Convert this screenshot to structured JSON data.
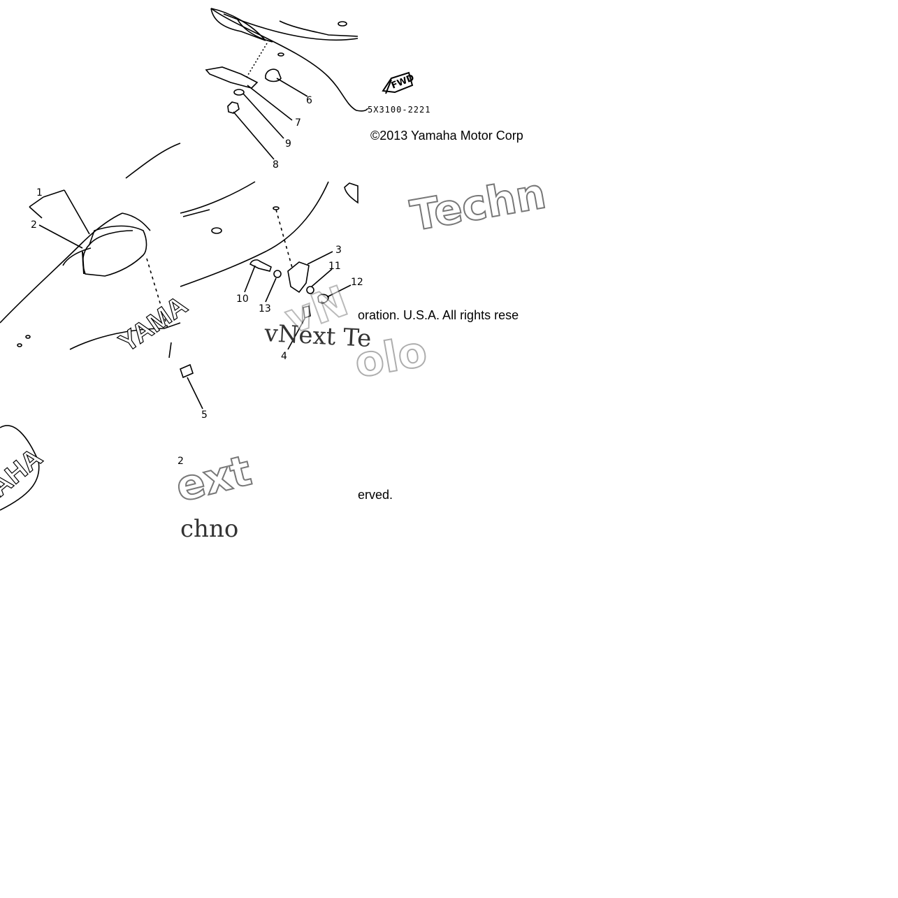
{
  "diagram": {
    "part_code": "5X3100-2221",
    "copyright_top": "©2013 Yamaha Motor Corp",
    "copyright_middle": "oration. U.S.A. All rights rese",
    "copyright_bottom": "erved.",
    "brand_upper": "YAMA",
    "brand_lower": "AHA",
    "fwd_label": "FWD",
    "stray_digit": "2",
    "watermarks": {
      "techn_upper": "Techn",
      "serif_line": "vNext Te",
      "overlap_vn": "vN",
      "overlap_olo": "olo",
      "ext_frag": "ext",
      "chno_frag": "chno"
    },
    "callouts": {
      "c1": "1",
      "c2": "2",
      "c3": "3",
      "c4": "4",
      "c5": "5",
      "c6": "6",
      "c7": "7",
      "c8": "8",
      "c9": "9",
      "c10": "10",
      "c11": "11",
      "c12": "12",
      "c13": "13"
    }
  }
}
